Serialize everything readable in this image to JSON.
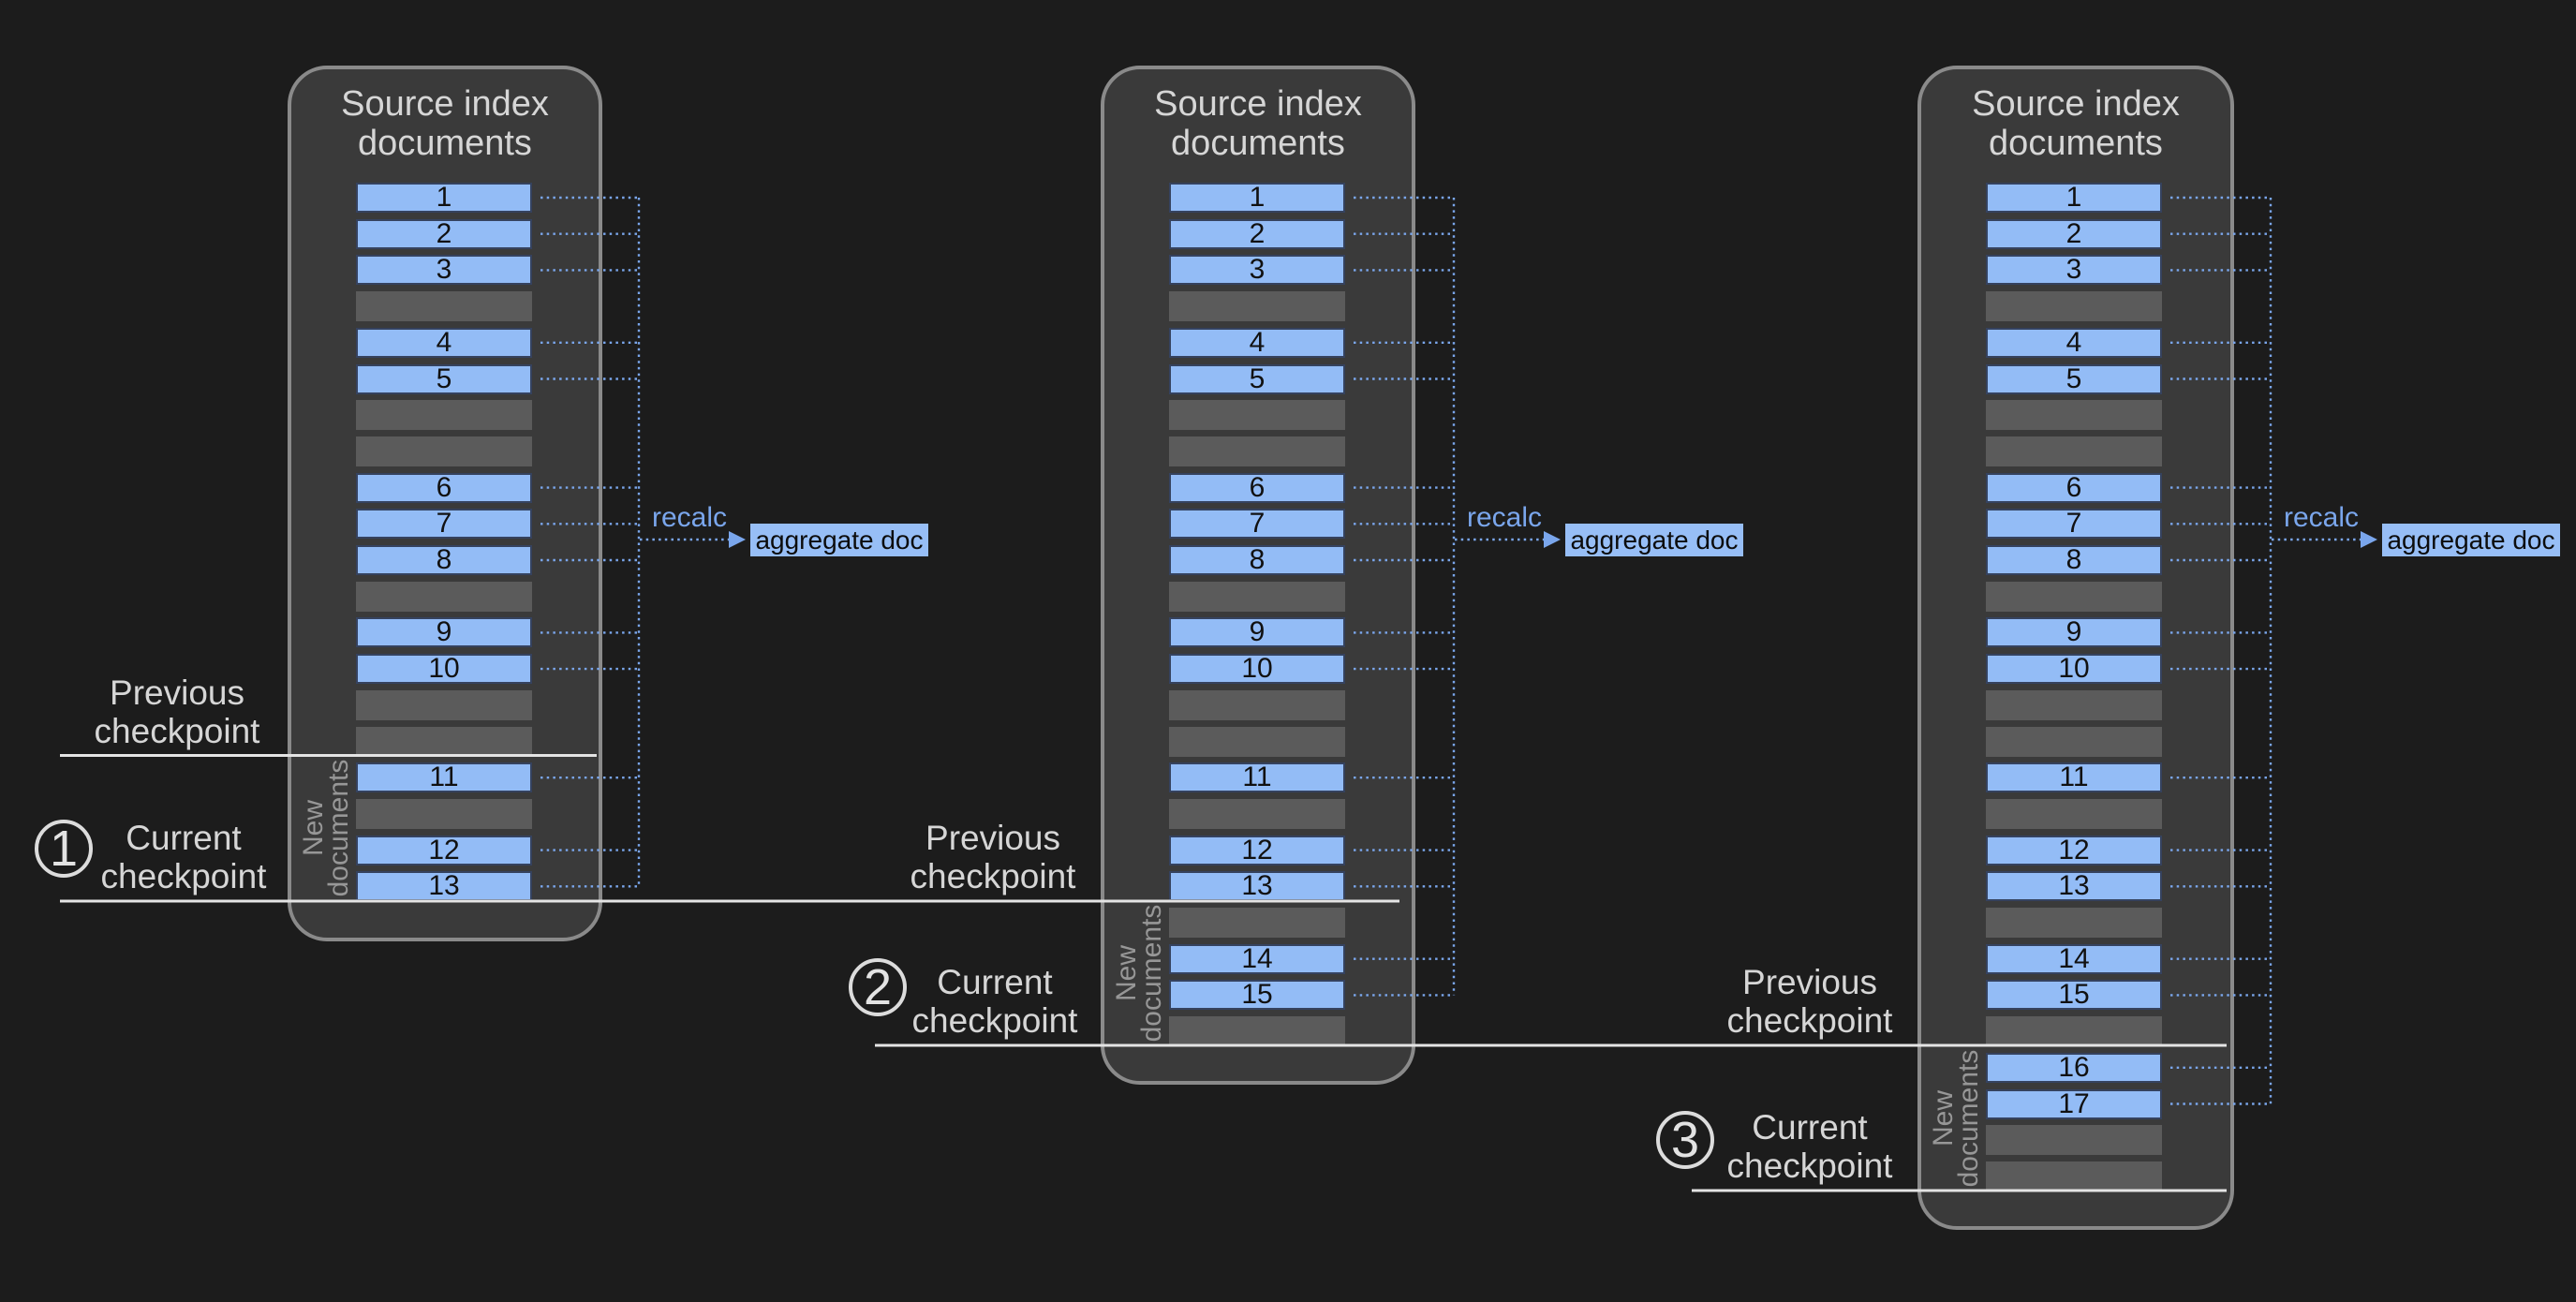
{
  "diagram": {
    "background": "#1c1c1c",
    "accent_blue": "#7aa6ec",
    "doc_fill": "#93bcf6",
    "doc_border": "#35425e",
    "doc_text": "#111111",
    "empty_fill": "#5b5b5b",
    "panel_fill": "#3a3a3a",
    "panel_border": "#8a8a8a",
    "aggregate_fill": "#97bef6",
    "title_color": "#d6d6d6",
    "label_color": "#d6d6d6",
    "checkpoint_line_color": "#e4e4e4",
    "new_documents_color": "#979797"
  },
  "panels": [
    {
      "title_lines": [
        "Source index",
        "documents"
      ],
      "rows": [
        "1",
        "2",
        "3",
        "",
        "4",
        "5",
        "",
        "",
        "6",
        "7",
        "8",
        "",
        "9",
        "10",
        "",
        "",
        "11",
        "",
        "12",
        "13"
      ],
      "new_documents_lines": [
        "New",
        "documents"
      ],
      "recalc_label": "recalc",
      "aggregate_label": "aggregate doc",
      "previous_checkpoint": {
        "line1": "Previous",
        "line2": "checkpoint"
      },
      "current_checkpoint": {
        "number": "1",
        "line1": "Current",
        "line2": "checkpoint"
      }
    },
    {
      "title_lines": [
        "Source index",
        "documents"
      ],
      "rows": [
        "1",
        "2",
        "3",
        "",
        "4",
        "5",
        "",
        "",
        "6",
        "7",
        "8",
        "",
        "9",
        "10",
        "",
        "",
        "11",
        "",
        "12",
        "13",
        "",
        "14",
        "15",
        ""
      ],
      "new_documents_lines": [
        "New",
        "documents"
      ],
      "recalc_label": "recalc",
      "aggregate_label": "aggregate doc",
      "previous_checkpoint": {
        "line1": "Previous",
        "line2": "checkpoint"
      },
      "current_checkpoint": {
        "number": "2",
        "line1": "Current",
        "line2": "checkpoint"
      }
    },
    {
      "title_lines": [
        "Source index",
        "documents"
      ],
      "rows": [
        "1",
        "2",
        "3",
        "",
        "4",
        "5",
        "",
        "",
        "6",
        "7",
        "8",
        "",
        "9",
        "10",
        "",
        "",
        "11",
        "",
        "12",
        "13",
        "",
        "14",
        "15",
        "",
        "16",
        "17",
        "",
        ""
      ],
      "new_documents_lines": [
        "New",
        "documents"
      ],
      "recalc_label": "recalc",
      "aggregate_label": "aggregate doc",
      "previous_checkpoint": {
        "line1": "Previous",
        "line2": "checkpoint"
      },
      "current_checkpoint": {
        "number": "3",
        "line1": "Current",
        "line2": "checkpoint"
      }
    }
  ]
}
